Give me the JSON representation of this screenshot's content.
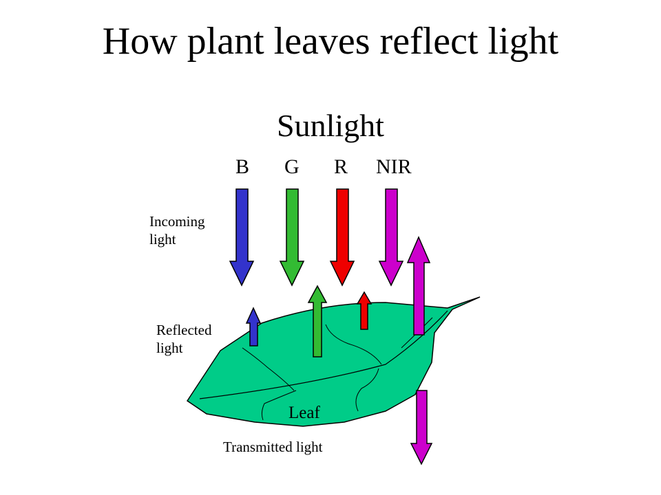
{
  "title": "How plant leaves reflect light",
  "source_label": "Sunlight",
  "bands": {
    "blue": "B",
    "green": "G",
    "red": "R",
    "nir": "NIR"
  },
  "labels": {
    "incoming": "Incoming light",
    "reflected": "Reflected light",
    "transmitted": "Transmitted light",
    "leaf": "Leaf"
  },
  "colors": {
    "blue": "#3333cc",
    "green": "#33bb33",
    "red": "#ee0000",
    "nir": "#cc00cc",
    "leaf": "#00cc88"
  }
}
